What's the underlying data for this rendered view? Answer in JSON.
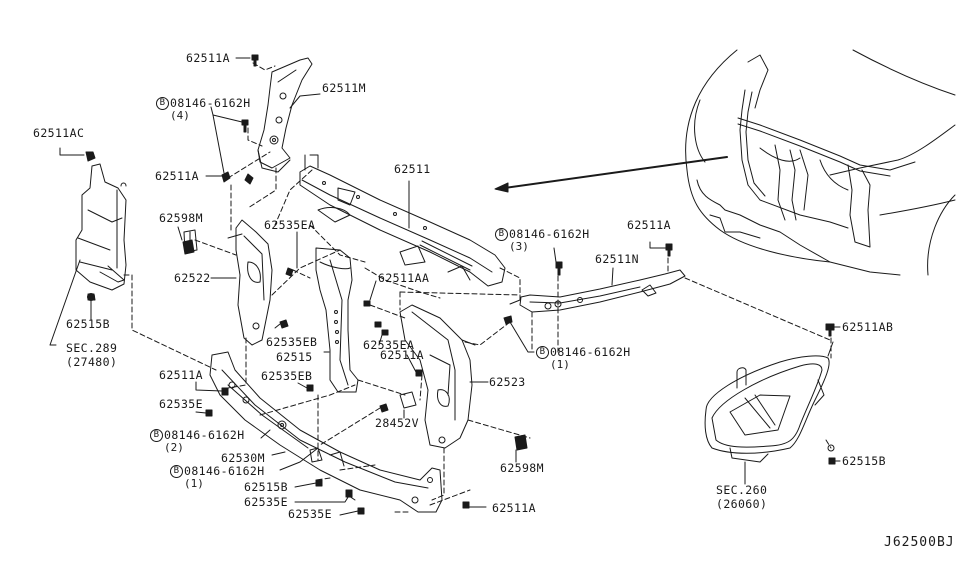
{
  "diagram": {
    "title": "Front End Module / Radiator Core Support Assembly",
    "diagram_code": "J62500BJ",
    "line_color": "#1a1a1a",
    "background": "#ffffff"
  },
  "labels": {
    "p62511A_top": "62511A",
    "bolt_top": {
      "badge": "B",
      "part": "08146-6162H",
      "qty": "(4)"
    },
    "p62511M": "62511M",
    "p62511AC": "62511AC",
    "p62511A_left": "62511A",
    "p62511": "62511",
    "p62598M_left": "62598M",
    "p62535EA_upper": "62535EA",
    "p62522": "62522",
    "p62511AA": "62511AA",
    "p62515B_left": "62515B",
    "sec289": {
      "sec": "SEC.289",
      "ref": "(27480)"
    },
    "p62535EB_upper": "62535EB",
    "p62515": "62515",
    "p62535EA_lower": "62535EA",
    "p62511A_mid": "62511A",
    "p62535EB_lower": "62535EB",
    "p62511A_lowerleft": "62511A",
    "p62535E_left": "62535E",
    "p62523": "62523",
    "bolt_left2": {
      "badge": "B",
      "part": "08146-6162H",
      "qty": "(2)"
    },
    "p28452V": "28452V",
    "p62530M": "62530M",
    "bolt_left1": {
      "badge": "B",
      "part": "08146-6162H",
      "qty": "(1)"
    },
    "p62598M_right": "62598M",
    "p62515B_bottom": "62515B",
    "p62535E_bottom1": "62535E",
    "p62535E_bottom2": "62535E",
    "p62511A_bottom": "62511A",
    "bolt_right3": {
      "badge": "B",
      "part": "08146-6162H",
      "qty": "(3)"
    },
    "p62511A_right": "62511A",
    "p62511N": "62511N",
    "bolt_right1": {
      "badge": "B",
      "part": "08146-6162H",
      "qty": "(1)"
    },
    "p62511AB": "62511AB",
    "p62515B_right": "62515B",
    "sec260": {
      "sec": "SEC.260",
      "ref": "(26060)"
    }
  }
}
